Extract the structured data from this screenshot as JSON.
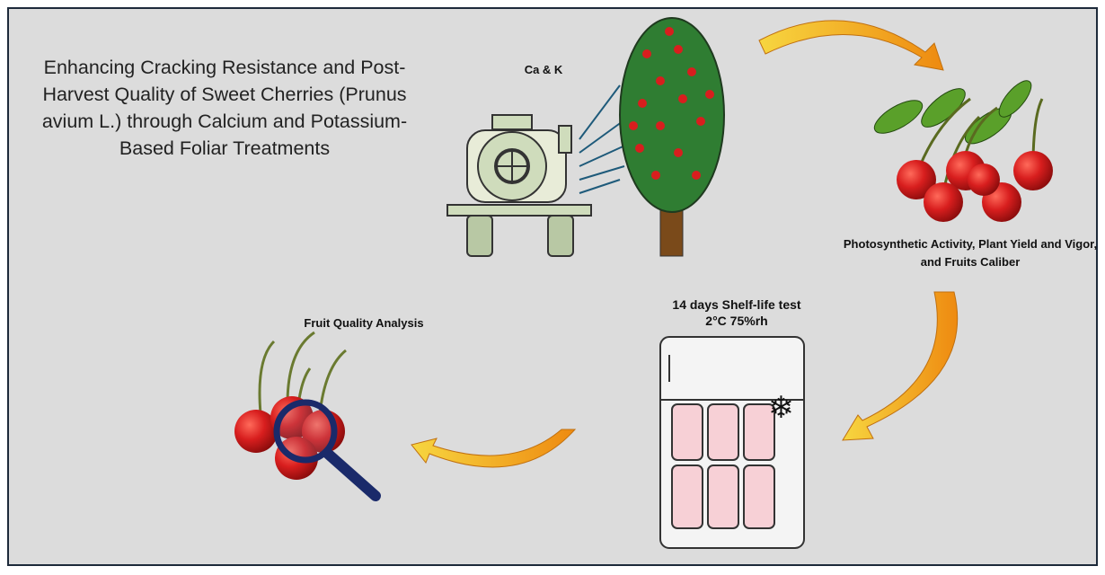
{
  "title": "Enhancing Cracking Resistance and Post-Harvest Quality of Sweet Cherries (Prunus avium L.) through Calcium and Potassium-Based Foliar Treatments",
  "steps": {
    "spray_label": "Ca & K",
    "field_label": "Photosynthetic Activity, Plant Yield and Vigor, and Fruits Caliber",
    "shelf_label_line1": "14 days Shelf-life test",
    "shelf_label_line2": "2°C 75%rh",
    "quality_label": "Fruit Quality Analysis"
  },
  "colors": {
    "background": "#dcdcdc",
    "border": "#1d2a3a",
    "arrow": "#f2a81d",
    "cherry": "#d81e1e",
    "tree": "#2f7d32"
  }
}
